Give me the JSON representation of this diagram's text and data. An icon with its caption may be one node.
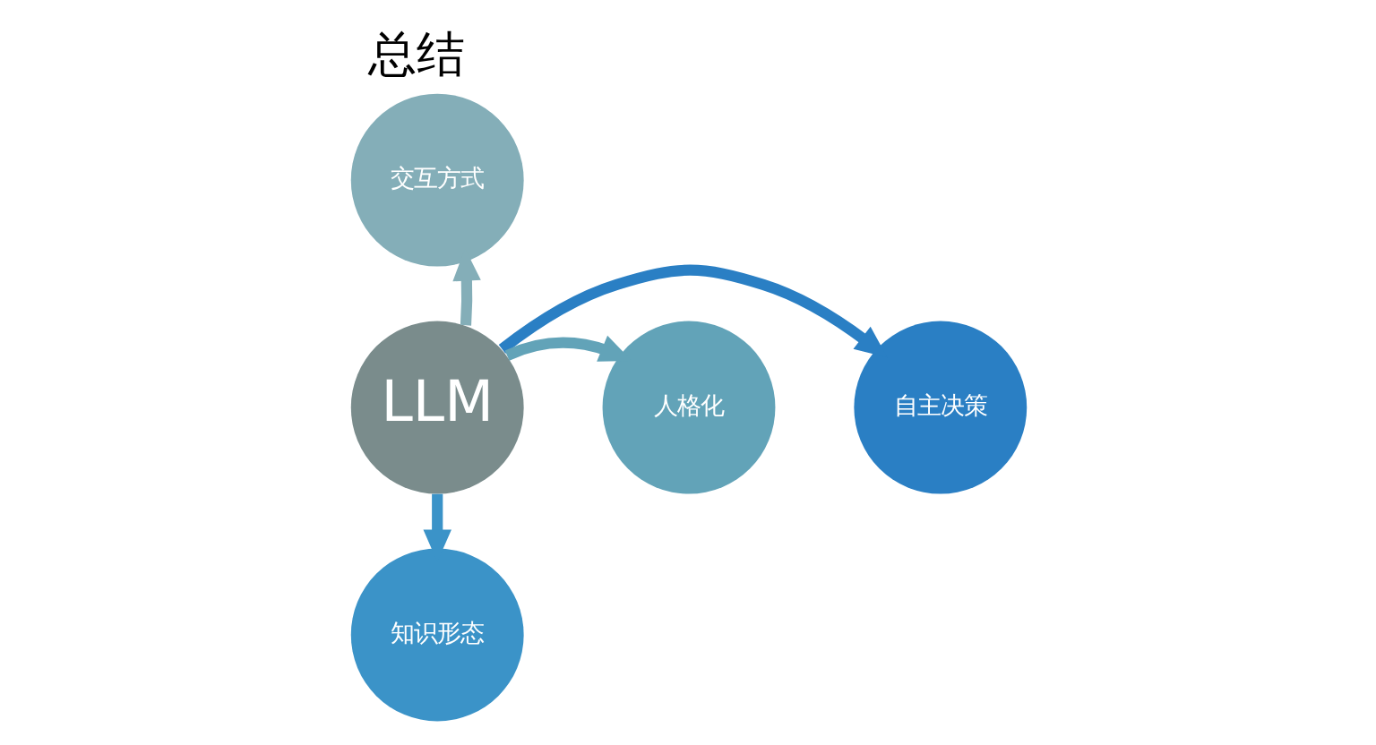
{
  "diagram": {
    "title": "总结",
    "nodes": [
      {
        "text": [
          "交互方式"
        ]
      },
      {
        "text": [
          "自主决策"
        ]
      },
      {
        "text": [
          "LLM"
        ]
      },
      {
        "text": [
          "人格化"
        ]
      },
      {
        "text": [
          "知识形态"
        ]
      }
    ],
    "edges": [
      {
        "from": 2,
        "to": 0,
        "arrow": "to",
        "color": "#84aeb8"
      },
      {
        "from": 2,
        "to": 1,
        "arrow": "to",
        "color": "#2a7fc4"
      },
      {
        "from": 2,
        "to": 3,
        "arrow": "to",
        "color": "#62a3b8"
      },
      {
        "from": 2,
        "to": 4,
        "arrow": "to",
        "color": "#3b93c8"
      }
    ]
  }
}
